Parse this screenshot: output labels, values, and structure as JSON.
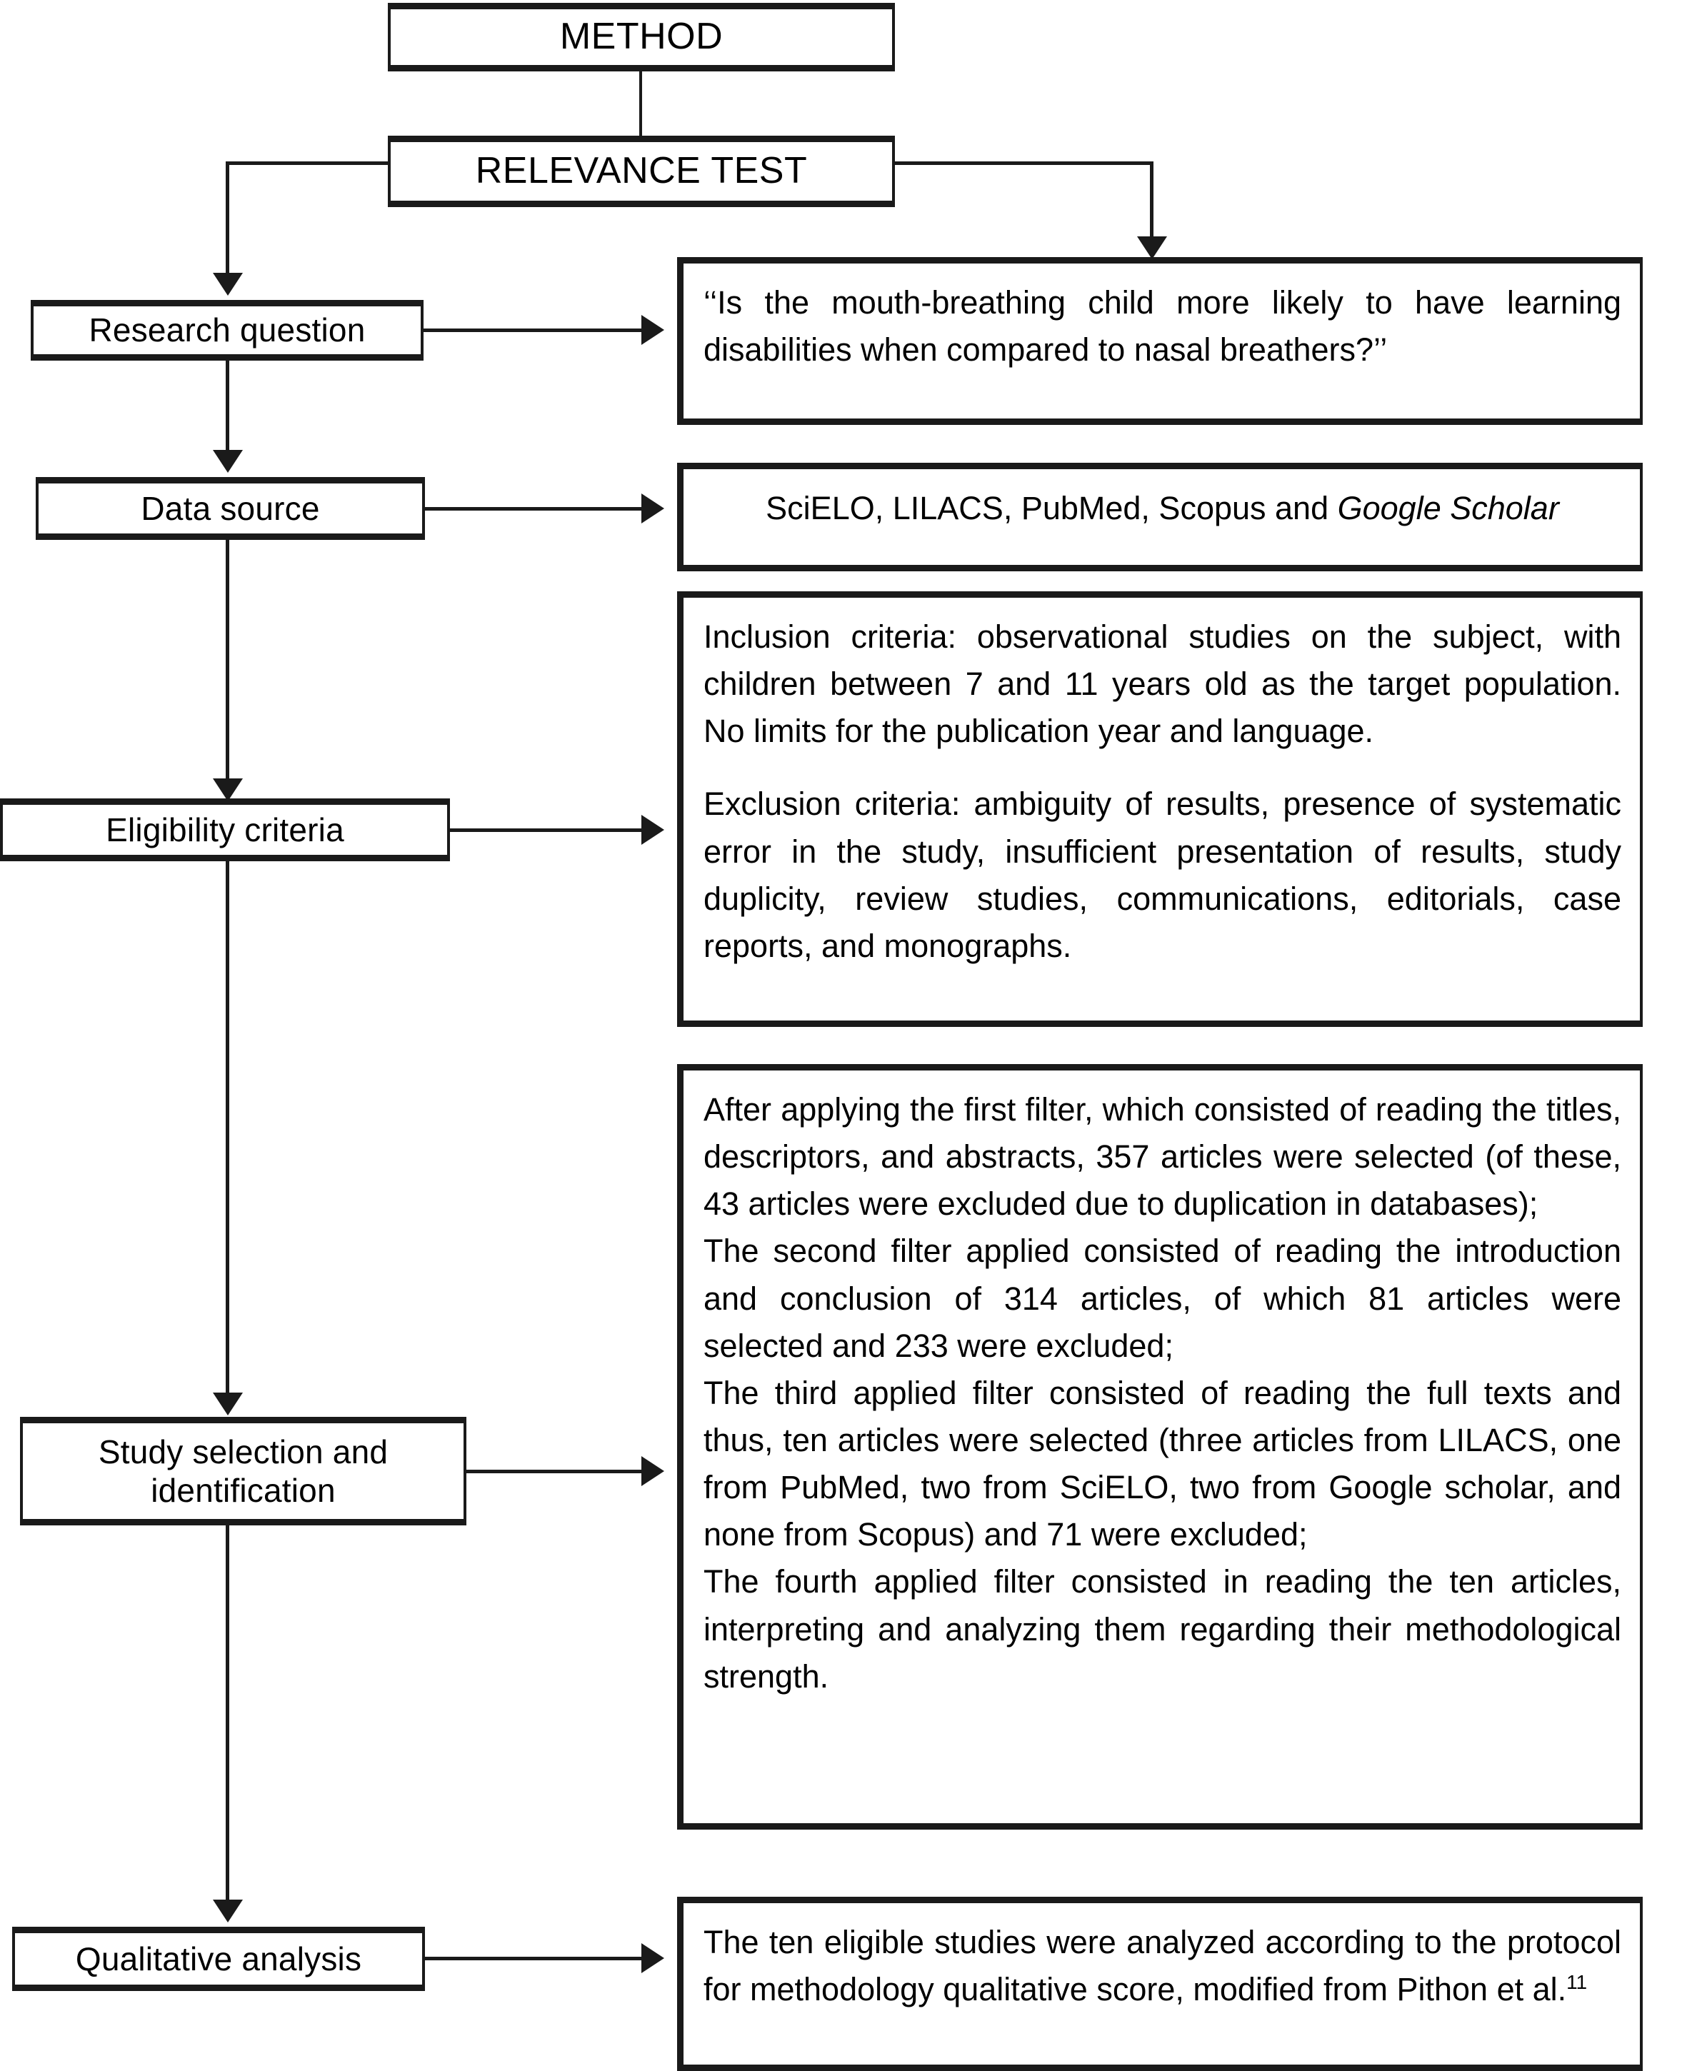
{
  "figure": {
    "type": "flowchart",
    "orientation": "top-down",
    "description": "Methodology flowchart of a systematic review on mouth-breathing children and learning disabilities"
  },
  "header": {
    "method_label": "METHOD",
    "relevance_test_label": "RELEVANCE TEST"
  },
  "stages": [
    {
      "id": "research-question",
      "label": "Research question"
    },
    {
      "id": "data-source",
      "label": "Data source"
    },
    {
      "id": "eligibility-criteria",
      "label": "Eligibility criteria"
    },
    {
      "id": "study-selection",
      "label": "Study selection and identification"
    },
    {
      "id": "qualitative-analysis",
      "label": "Qualitative analysis"
    }
  ],
  "details": {
    "research_question": "‘‘Is the mouth-breathing child more likely to have learning  disabilities  when  compared  to nasal breathers?’’",
    "data_source_prefix": "SciELO, LILACS, PubMed, Scopus and ",
    "data_source_italic": "Google Scholar",
    "inclusion_criteria": "Inclusion criteria: observational studies on the subject, with children between 7 and 11 years old as the target population. No  limits  for  the  publication year and language.",
    "exclusion_criteria": "Exclusion criteria: ambiguity of  results, presence of systematic error in the study, insufficient presentation of    results,   study   duplicity,   review   studies, communications,  editorials,  case  reports,  and monographs.",
    "study_selection_filter1": "After  applying  the  first  filter,  which  consisted of reading the titles, descriptors, and abstracts, 357 articles were selected (of these, 43 articles were excluded due to duplication in databases);",
    "study_selection_filter2": "The  second filter  applied consisted of  reading the introduction  and  conclusion  of 314  articles,  of which 81 articles were selected and 233 were excluded;",
    "study_selection_filter3": "The  third  applied filter  consisted of  reading the full texts and thus, ten articles were selected (three articles from LILACS, one from PubMed, two from SciELO, two from Google scholar, and none from Scopus) and 71 were excluded;",
    "study_selection_filter4": "The fourth applied filter consisted in reading the ten articles, interpreting and analyzing them regarding their methodological strength.",
    "qualitative_analysis_prefix": "The ten eligible studies were analyzed according to the protocol for   methodology qualitative score, modified from Pithon et al.",
    "qualitative_analysis_reference": "11"
  },
  "colors": {
    "stroke": "#1a1a1a",
    "background": "#ffffff",
    "text": "#000000"
  }
}
